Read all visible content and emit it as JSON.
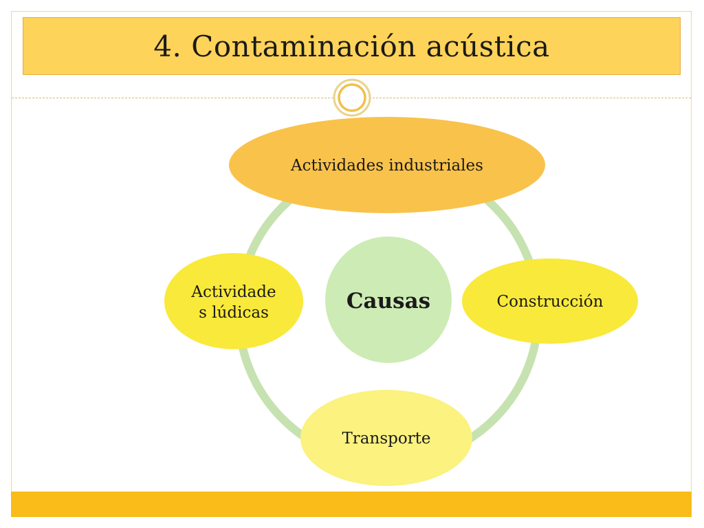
{
  "slide": {
    "title": "4. Contaminación acústica"
  },
  "diagram": {
    "center": {
      "label": "Causas"
    },
    "nodes": [
      {
        "label": "Actividades industriales"
      },
      {
        "label": "Construcción"
      },
      {
        "label": "Transporte"
      },
      {
        "label_line1": "Actividade",
        "label_line2": "s lúdicas"
      }
    ]
  },
  "colors": {
    "title_fill": "#fdd35a",
    "bottom_bar": "#f9bc18",
    "ring": "#c6e2b0",
    "center_fill": "#cdebb4",
    "node_industrial": "#f9c24a",
    "node_construction": "#f9e93a",
    "node_transport": "#fbf27f",
    "node_ludic": "#f9e93a"
  }
}
